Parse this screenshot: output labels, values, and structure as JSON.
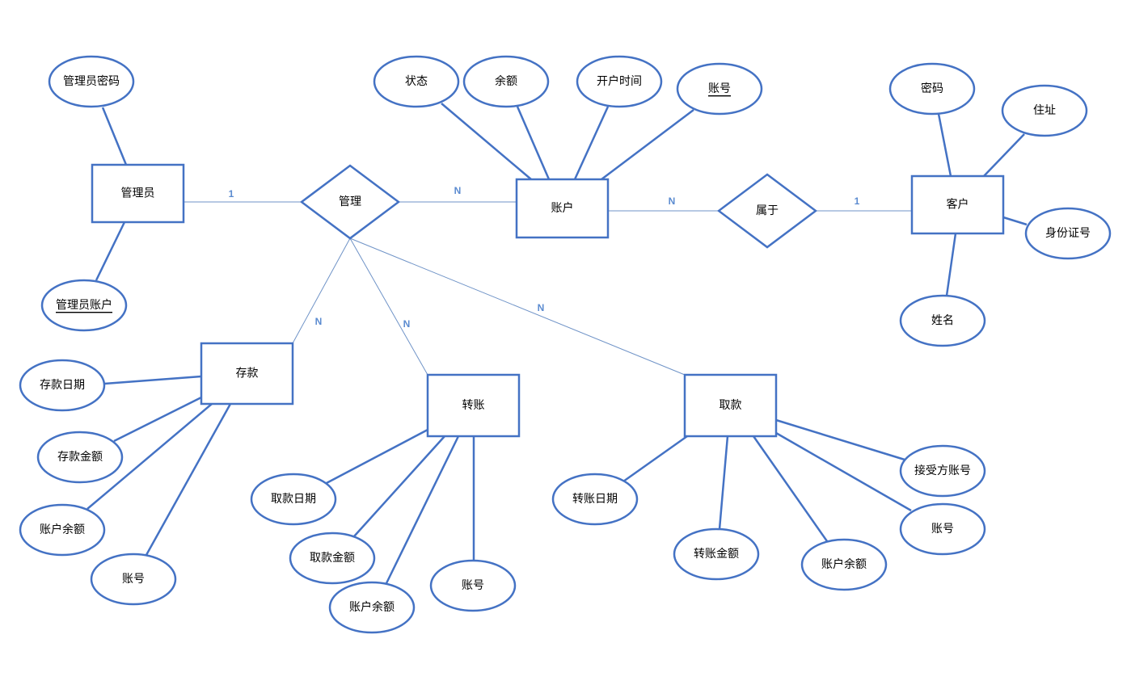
{
  "entities": [
    {
      "id": "admin",
      "label": "管理员"
    },
    {
      "id": "account",
      "label": "账户"
    },
    {
      "id": "customer",
      "label": "客户"
    },
    {
      "id": "deposit",
      "label": "存款"
    },
    {
      "id": "transfer",
      "label": "转账"
    },
    {
      "id": "withdraw",
      "label": "取款"
    }
  ],
  "relationships": [
    {
      "id": "manage",
      "label": "管理"
    },
    {
      "id": "belong",
      "label": "属于"
    }
  ],
  "attributes": [
    {
      "id": "admin_pwd",
      "label": "管理员密码",
      "entity": "admin",
      "key": false
    },
    {
      "id": "admin_acct",
      "label": "管理员账户",
      "entity": "admin",
      "key": true
    },
    {
      "id": "acct_status",
      "label": "状态",
      "entity": "account",
      "key": false
    },
    {
      "id": "acct_balance",
      "label": "余额",
      "entity": "account",
      "key": false
    },
    {
      "id": "acct_opentime",
      "label": "开户时间",
      "entity": "account",
      "key": false
    },
    {
      "id": "acct_no",
      "label": "账号",
      "entity": "account",
      "key": true
    },
    {
      "id": "cust_pwd",
      "label": "密码",
      "entity": "customer",
      "key": false
    },
    {
      "id": "cust_addr",
      "label": "住址",
      "entity": "customer",
      "key": false
    },
    {
      "id": "cust_idno",
      "label": "身份证号",
      "entity": "customer",
      "key": false
    },
    {
      "id": "cust_name",
      "label": "姓名",
      "entity": "customer",
      "key": false
    },
    {
      "id": "dep_date",
      "label": "存款日期",
      "entity": "deposit",
      "key": false
    },
    {
      "id": "dep_amount",
      "label": "存款金额",
      "entity": "deposit",
      "key": false
    },
    {
      "id": "dep_balance",
      "label": "账户余额",
      "entity": "deposit",
      "key": false
    },
    {
      "id": "dep_acct",
      "label": "账号",
      "entity": "deposit",
      "key": false
    },
    {
      "id": "tr_date",
      "label": "取款日期",
      "entity": "transfer",
      "key": false
    },
    {
      "id": "tr_amount",
      "label": "取款金额",
      "entity": "transfer",
      "key": false
    },
    {
      "id": "tr_balance",
      "label": "账户余额",
      "entity": "transfer",
      "key": false
    },
    {
      "id": "tr_acct",
      "label": "账号",
      "entity": "transfer",
      "key": false
    },
    {
      "id": "wd_date",
      "label": "转账日期",
      "entity": "withdraw",
      "key": false
    },
    {
      "id": "wd_amount",
      "label": "转账金额",
      "entity": "withdraw",
      "key": false
    },
    {
      "id": "wd_balance",
      "label": "账户余额",
      "entity": "withdraw",
      "key": false
    },
    {
      "id": "wd_recv",
      "label": "接受方账号",
      "entity": "withdraw",
      "key": false
    },
    {
      "id": "wd_acct",
      "label": "账号",
      "entity": "withdraw",
      "key": false
    }
  ],
  "links": [
    {
      "from": "admin",
      "to": "manage",
      "cardinality": "1"
    },
    {
      "from": "manage",
      "to": "account",
      "cardinality": "N"
    },
    {
      "from": "account",
      "to": "belong",
      "cardinality": "N"
    },
    {
      "from": "belong",
      "to": "customer",
      "cardinality": "1"
    },
    {
      "from": "manage",
      "to": "deposit",
      "cardinality": "N"
    },
    {
      "from": "manage",
      "to": "transfer",
      "cardinality": "N"
    },
    {
      "from": "manage",
      "to": "withdraw",
      "cardinality": "N"
    }
  ],
  "colors": {
    "stroke": "#4472c4",
    "thin_line": "#6f93c7",
    "cardinality_text": "#5b8bd0",
    "text": "#000000",
    "background": "#ffffff"
  }
}
